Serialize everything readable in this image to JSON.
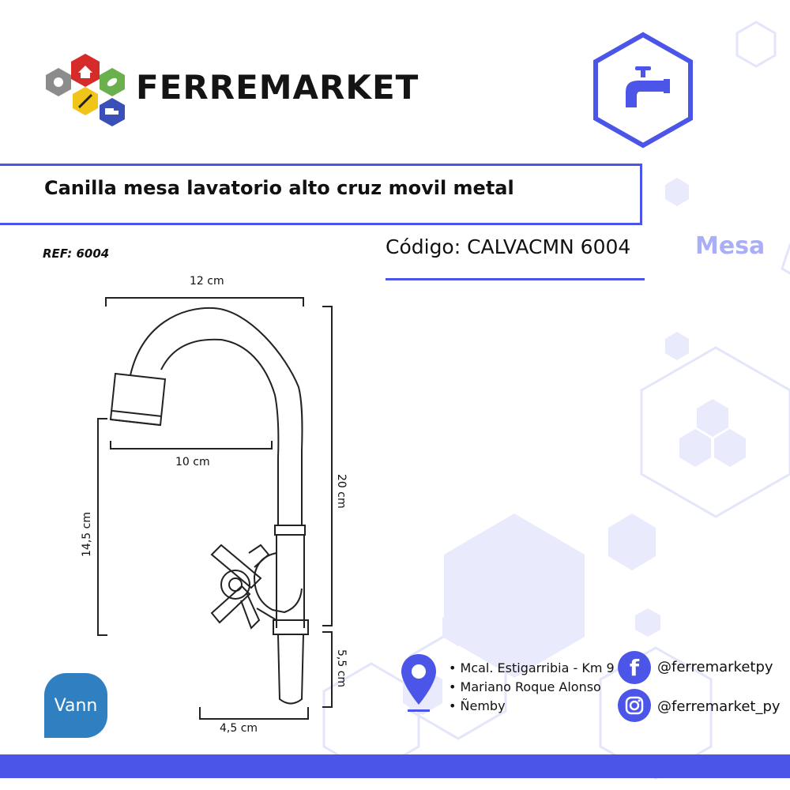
{
  "brand": {
    "name": "FERREMARKET",
    "logo_icons": [
      "gear-icon",
      "house-icon",
      "leaf-icon",
      "wheat-icon",
      "truck-icon"
    ]
  },
  "product": {
    "title": "Canilla mesa lavatorio alto cruz movil metal",
    "ref": "REF: 6004",
    "codigo": "Código: CALVACMN 6004",
    "category": "Mesa",
    "category_icon": "faucet-icon"
  },
  "dimensions": {
    "top_width": "12 cm",
    "spout_width": "10 cm",
    "total_height": "20 cm",
    "lower_height": "14,5 cm",
    "base_height": "5,5 cm",
    "base_width": "4,5 cm"
  },
  "supplier_logo": "Vann",
  "address": {
    "icon": "location-pin-icon",
    "lines": [
      "• Mcal. Estigarribia - Km 9",
      "• Mariano Roque Alonso",
      "• Ñemby"
    ]
  },
  "social": {
    "facebook": "@ferremarketpy",
    "instagram": "@ferremarket_py"
  },
  "colors": {
    "accent": "#4b55e8",
    "hex_light": "#e9eafc",
    "category_text": "#a9aef7"
  }
}
